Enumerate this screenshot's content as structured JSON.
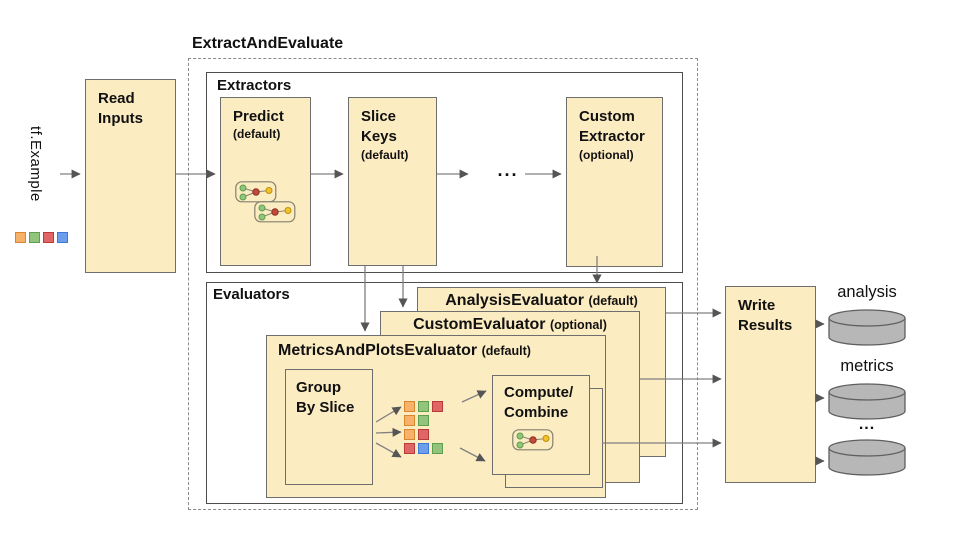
{
  "diagram_title": "ExtractAndEvaluate",
  "input": {
    "label": "tf.Example",
    "squares": [
      "orange",
      "green",
      "red",
      "blue"
    ]
  },
  "read_inputs": {
    "lines": [
      "Read",
      "Inputs"
    ]
  },
  "extractors": {
    "label": "Extractors",
    "predict": {
      "name": "Predict",
      "qualifier": "(default)"
    },
    "slice_keys": {
      "lines": [
        "Slice",
        "Keys"
      ],
      "qualifier": "(default)"
    },
    "dots": "...",
    "custom": {
      "lines": [
        "Custom",
        "Extractor"
      ],
      "qualifier": "(optional)"
    }
  },
  "evaluators": {
    "label": "Evaluators",
    "analysis": {
      "name": "AnalysisEvaluator",
      "qualifier": "(default)"
    },
    "custom": {
      "name": "CustomEvaluator",
      "qualifier": "(optional)"
    },
    "metrics_and_plots": {
      "name": "MetricsAndPlotsEvaluator",
      "qualifier": "(default)",
      "group_by_slice": {
        "lines": [
          "Group",
          "By Slice"
        ]
      },
      "compute_combine": {
        "lines": [
          "Compute/",
          "Combine"
        ]
      },
      "slice_rows": [
        [
          "orange",
          "green",
          "red"
        ],
        [
          "orange",
          "green"
        ],
        [
          "orange",
          "red"
        ],
        [
          "red",
          "blue",
          "green"
        ]
      ]
    }
  },
  "write_results": {
    "lines": [
      "Write",
      "Results"
    ]
  },
  "outputs": [
    {
      "label": "analysis"
    },
    {
      "label": "metrics"
    },
    {
      "label": "..."
    }
  ],
  "palette": {
    "orange": {
      "fill": "#F6B26B",
      "border": "#D9862C"
    },
    "green": {
      "fill": "#93C47D",
      "border": "#5F9E4D"
    },
    "red": {
      "fill": "#E06666",
      "border": "#B93A3A"
    },
    "blue": {
      "fill": "#6D9EEB",
      "border": "#3C78D8"
    },
    "yellow": {
      "fill": "#F1C232",
      "border": "#BF9000"
    },
    "node_red": {
      "fill": "#BE4B3B",
      "border": "#8F2F20"
    }
  },
  "colors": {
    "box_fill": "#FCECC2",
    "box_border": "#6E6E6E",
    "group_border": "#4D4D4D",
    "dashed_border": "#8A8A8A",
    "line": "#808080",
    "arrowhead": "#555555",
    "cylinder_fill": "#B7B7B7",
    "cylinder_border": "#5F5F5F",
    "text": "#111111"
  }
}
